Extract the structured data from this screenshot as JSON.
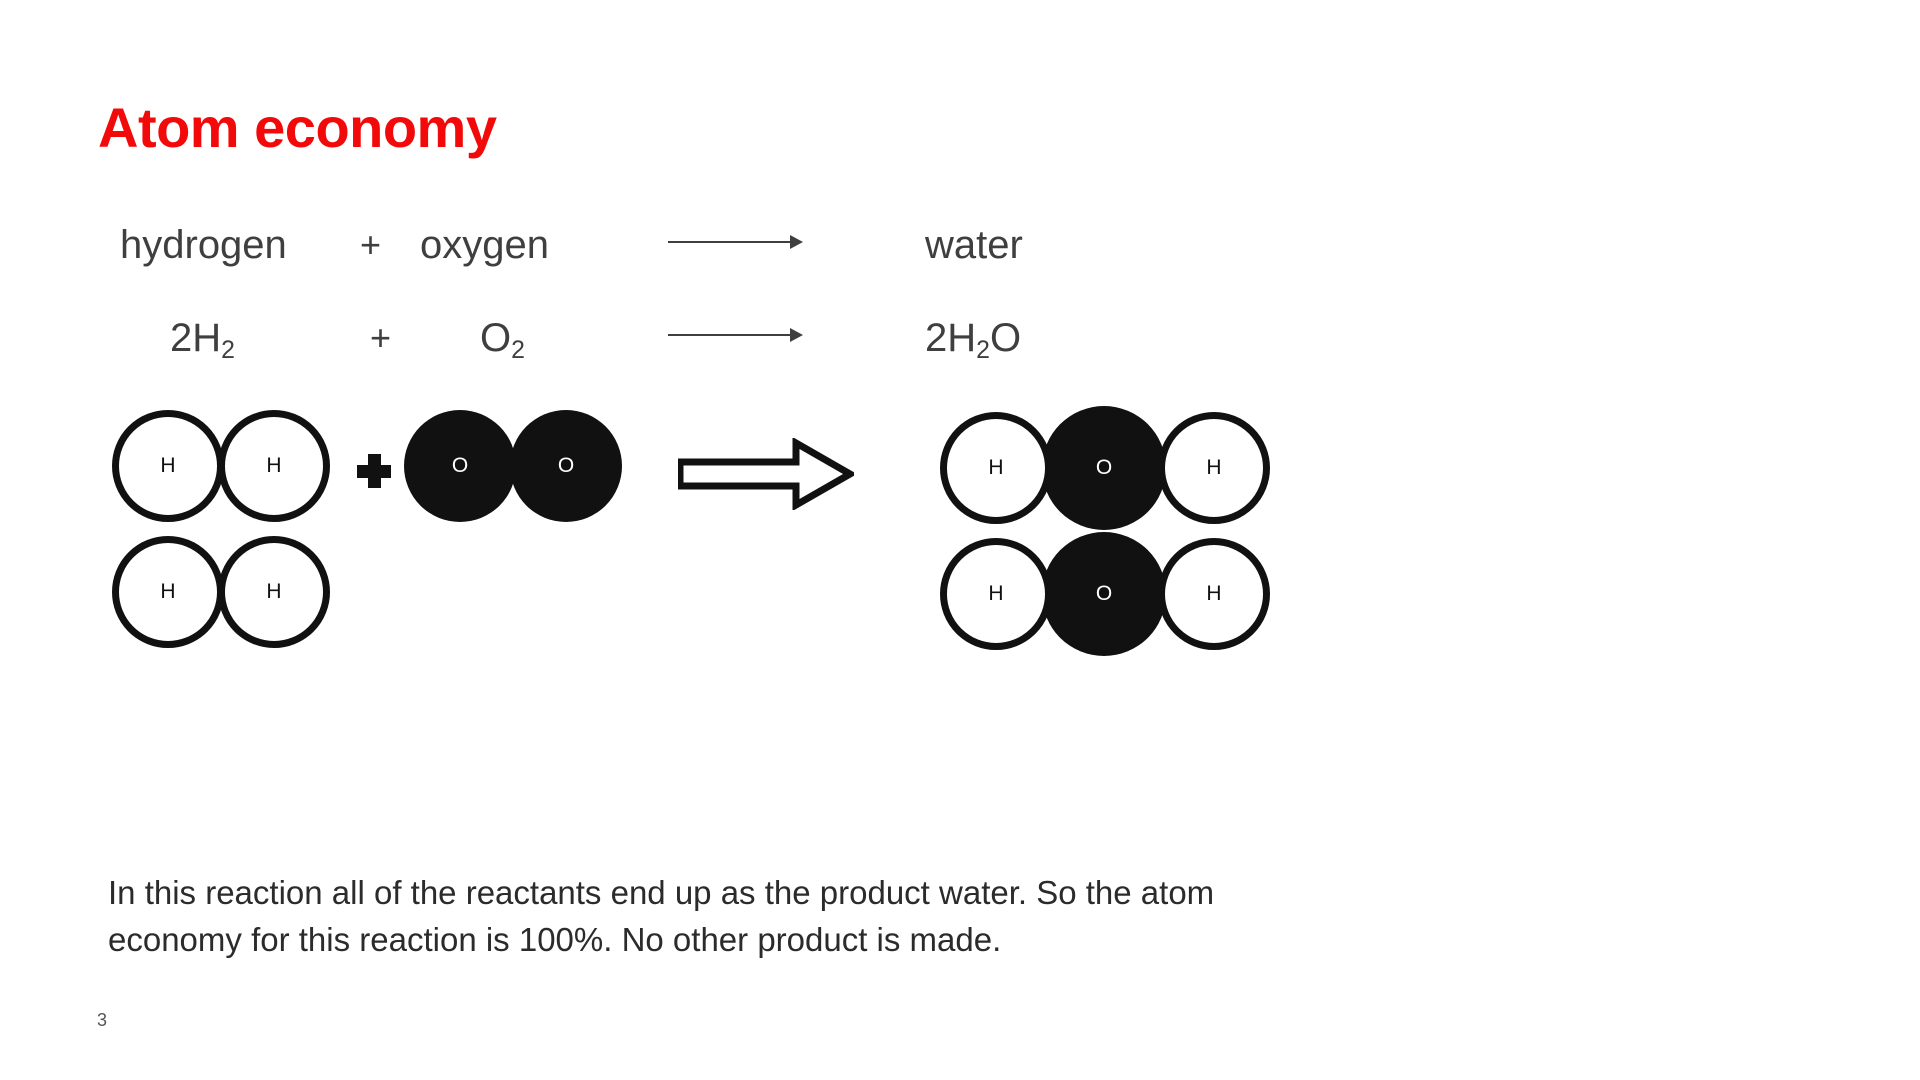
{
  "slide": {
    "title": "Atom economy",
    "page_number": "3",
    "title_color": "#f20a0a",
    "text_color": "#3f3f3f",
    "background_color": "#ffffff"
  },
  "word_equation": {
    "reactant_1": "hydrogen",
    "plus": "+",
    "reactant_2": "oxygen",
    "arrow": "thin-arrow-right-icon",
    "product": "water"
  },
  "formula_equation": {
    "reactant_1_prefix": "2H",
    "reactant_1_subscript": "2",
    "plus": "+",
    "reactant_2_prefix": "O",
    "reactant_2_subscript": "2",
    "arrow": "thin-arrow-right-icon",
    "product_prefix": "2H",
    "product_subscript": "2",
    "product_suffix": "O"
  },
  "diagram": {
    "hydrogen_molecule_1": {
      "atom_1": "H",
      "atom_2": "H"
    },
    "hydrogen_molecule_2": {
      "atom_1": "H",
      "atom_2": "H"
    },
    "plus_symbol": "plus-icon",
    "oxygen_molecule": {
      "atom_1": "O",
      "atom_2": "O"
    },
    "reaction_arrow": "block-arrow-right-icon",
    "water_molecule_1": {
      "atom_1": "H",
      "atom_2": "O",
      "atom_3": "H"
    },
    "water_molecule_2": {
      "atom_1": "H",
      "atom_2": "O",
      "atom_3": "H"
    },
    "atom_colors": {
      "hydrogen_fill": "#ffffff",
      "oxygen_fill": "#111111",
      "outline": "#111111"
    }
  },
  "body": {
    "line_1": "In this reaction all of the reactants end up as the product water. So the atom",
    "line_2": "economy for this reaction is 100%. No other product is made."
  }
}
